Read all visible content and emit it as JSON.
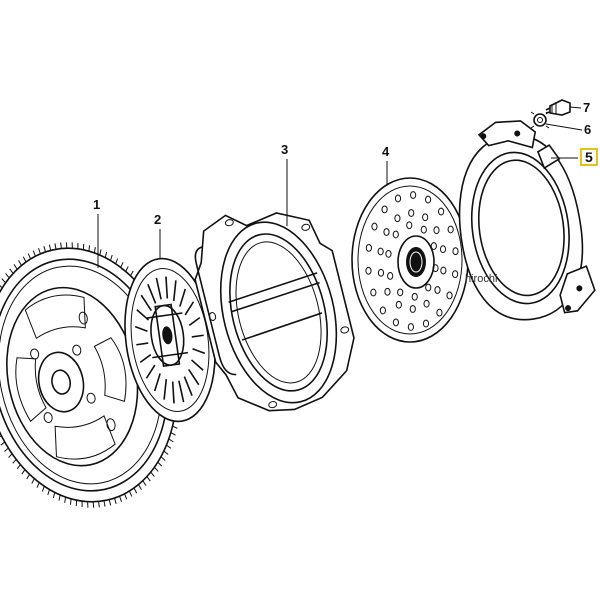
{
  "parts": {
    "labels": [
      "1",
      "2",
      "3",
      "4",
      "5",
      "6",
      "7"
    ]
  },
  "highlight": {
    "label_index": 4,
    "border_color": "#e8c21a"
  },
  "watermark": {
    "text": "hirochi"
  },
  "icons": {
    "flywheel": "flywheel-icon",
    "torsional_damper": "damper-disc-icon",
    "pressure_plate": "pressure-plate-icon",
    "clutch_disc": "clutch-disc-icon",
    "ring_plate": "ring-plate-icon",
    "washer": "washer-icon",
    "bolt": "bolt-icon"
  }
}
